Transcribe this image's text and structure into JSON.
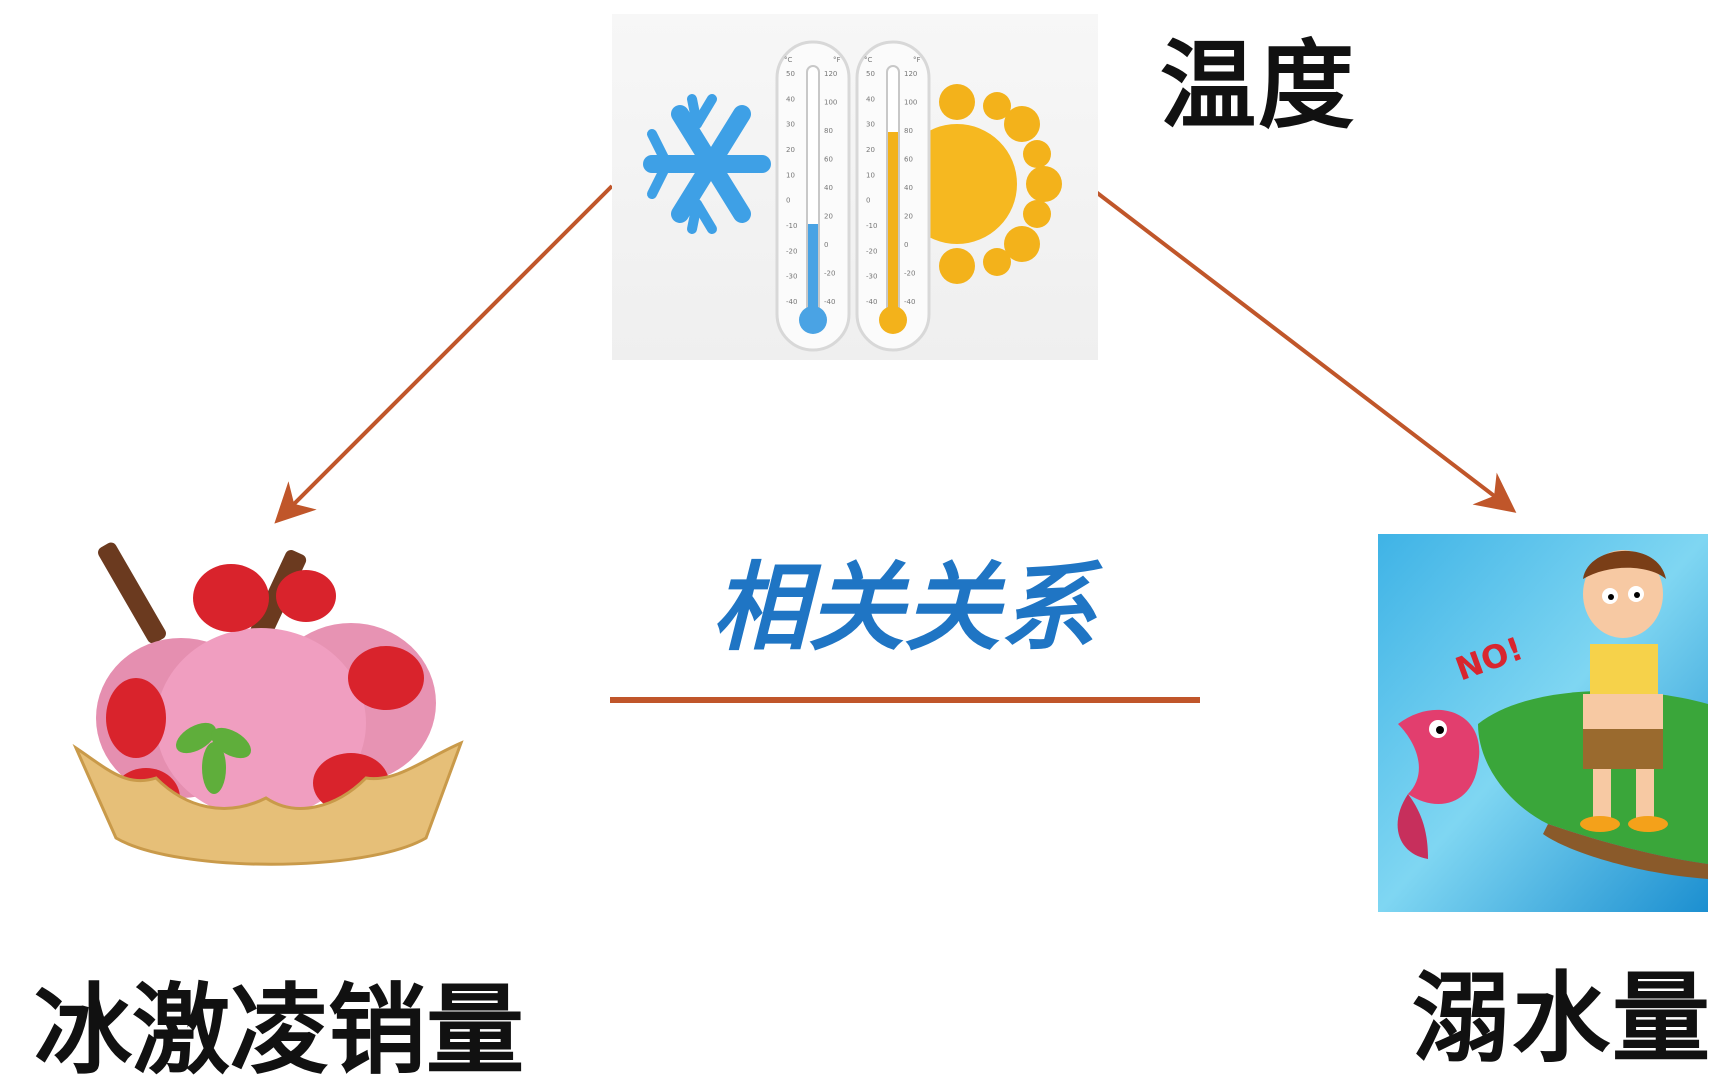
{
  "nodes": {
    "temperature": {
      "label": "温度"
    },
    "icecream_sales": {
      "label": "冰激凌销量"
    },
    "drowning": {
      "label": "溺水量"
    }
  },
  "relation": {
    "label": "相关关系"
  },
  "edges": [
    {
      "from": "temperature",
      "to": "icecream_sales"
    },
    {
      "from": "temperature",
      "to": "drowning"
    }
  ],
  "thermometer_image": {
    "celsius_unit": "°C",
    "fahrenheit_unit": "°F",
    "celsius_ticks": [
      "50",
      "40",
      "30",
      "20",
      "10",
      "0",
      "-10",
      "-20",
      "-30",
      "-40"
    ],
    "fahrenheit_ticks": [
      "120",
      "100",
      "80",
      "60",
      "40",
      "20",
      "0",
      "-20",
      "-40"
    ]
  },
  "drowning_image": {
    "exclamation": "NO!"
  },
  "colors": {
    "arrow": "#c0562a",
    "relation_text": "#1f75c4",
    "label_text": "#111111"
  }
}
